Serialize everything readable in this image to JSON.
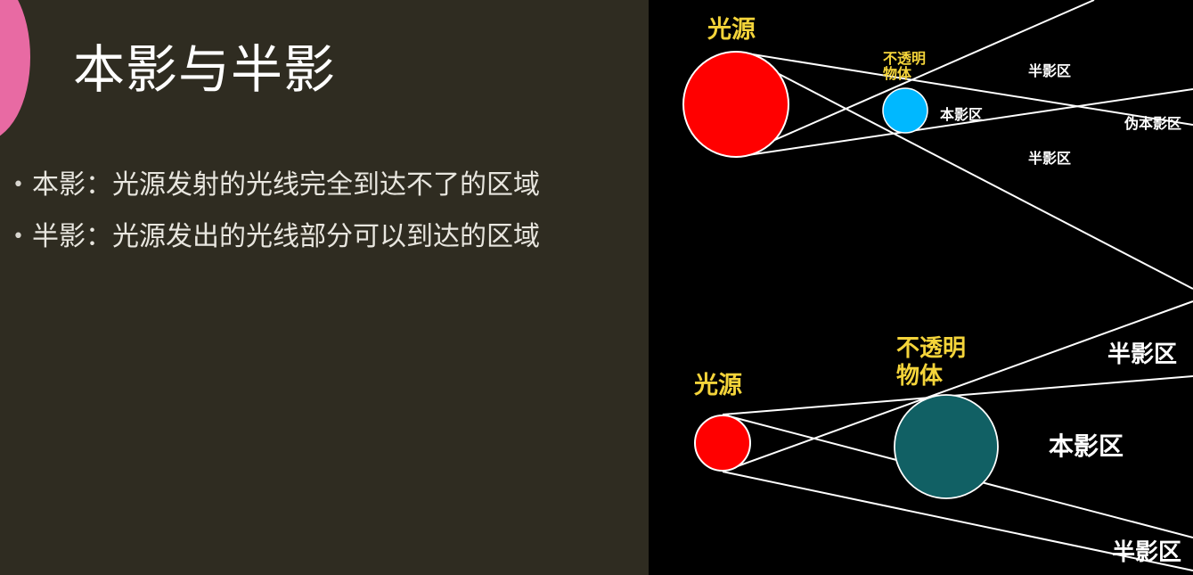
{
  "slide": {
    "title": "本影与半影",
    "bullets": [
      {
        "marker": "•",
        "text": "本影：光源发射的光线完全到达不了的区域"
      },
      {
        "marker": "•",
        "text": "半影：光源发出的光线部分可以到达的区域"
      }
    ]
  },
  "diagram_top": {
    "light_source_label": "光源",
    "opaque_object_label_line1": "不透明",
    "opaque_object_label_line2": "物体",
    "penumbra_upper_label": "半影区",
    "umbra_label": "本影区",
    "pseudo_umbra_label": "伪本影区",
    "penumbra_lower_label": "半影区"
  },
  "diagram_bottom": {
    "light_source_label": "光源",
    "opaque_object_label_line1": "不透明",
    "opaque_object_label_line2": "物体",
    "penumbra_upper_label": "半影区",
    "umbra_label": "本影区",
    "penumbra_lower_label": "半影区"
  },
  "colors": {
    "slide_background": "#2f2c21",
    "diagram_background": "#000000",
    "accent_pink": "#e86aa3",
    "light_source": "#ff0000",
    "small_opaque_object": "#00b8ff",
    "large_opaque_object": "#116064",
    "label_yellow": "#f4d43a",
    "label_white": "#ffffff"
  }
}
